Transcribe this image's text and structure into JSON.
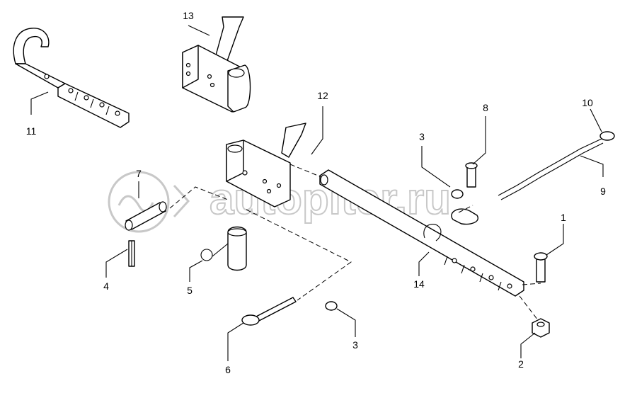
{
  "watermark": {
    "text": "autopiter.ru"
  },
  "callouts": [
    {
      "id": "c11",
      "text": "11"
    },
    {
      "id": "c13",
      "text": "13"
    },
    {
      "id": "c12",
      "text": "12"
    },
    {
      "id": "c7",
      "text": "7"
    },
    {
      "id": "c4",
      "text": "4"
    },
    {
      "id": "c5",
      "text": "5"
    },
    {
      "id": "c6",
      "text": "6"
    },
    {
      "id": "c3a",
      "text": "3"
    },
    {
      "id": "c3b",
      "text": "3"
    },
    {
      "id": "c8",
      "text": "8"
    },
    {
      "id": "c10",
      "text": "10"
    },
    {
      "id": "c9",
      "text": "9"
    },
    {
      "id": "c1",
      "text": "1"
    },
    {
      "id": "c14",
      "text": "14"
    },
    {
      "id": "c2",
      "text": "2"
    }
  ]
}
